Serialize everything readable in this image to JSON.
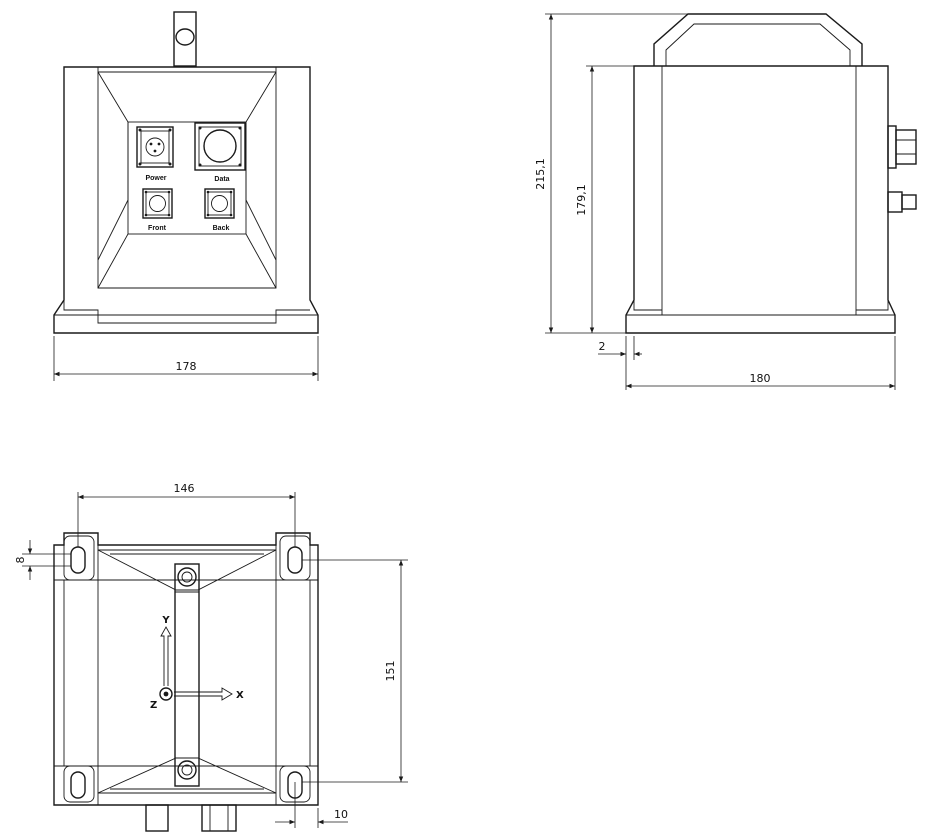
{
  "front_view": {
    "connectors": {
      "power": "Power",
      "data": "Data",
      "front": "Front",
      "back": "Back"
    },
    "width_dim": "178"
  },
  "side_view": {
    "total_height_dim": "215,1",
    "body_height_dim": "179,1",
    "offset_dim": "2",
    "depth_dim": "180"
  },
  "top_view": {
    "hole_spacing_x_dim": "146",
    "slot_width_dim": "8",
    "hole_spacing_y_dim": "151",
    "edge_offset_dim": "10",
    "axes": {
      "x": "X",
      "y": "Y",
      "z": "Z"
    }
  }
}
